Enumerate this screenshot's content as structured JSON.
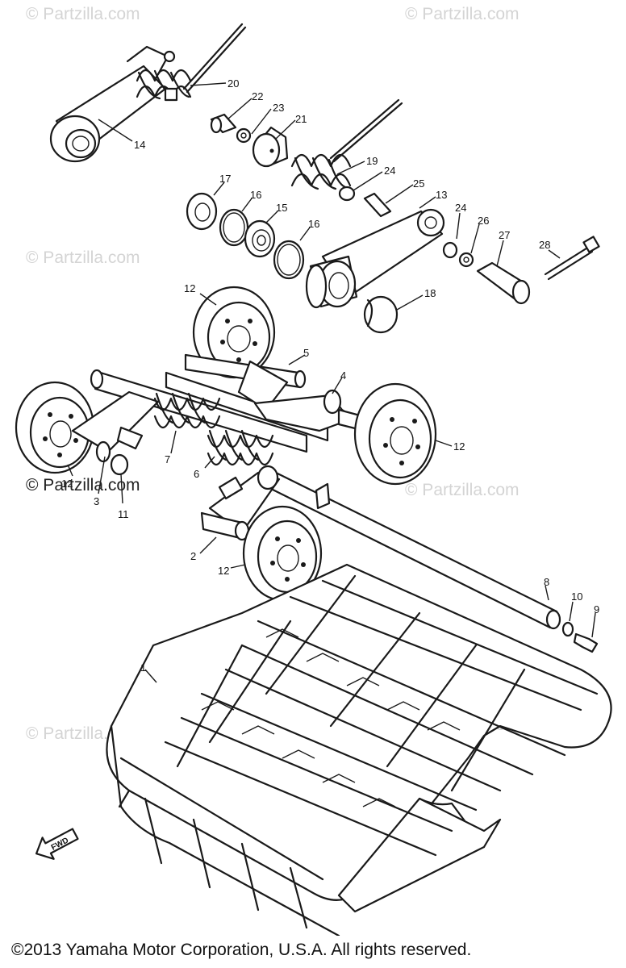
{
  "watermark": {
    "light": "© Partzilla.com",
    "dark": "© Partzilla.com"
  },
  "callouts": [
    "20",
    "22",
    "23",
    "21",
    "14",
    "19",
    "24",
    "25",
    "17",
    "16",
    "15",
    "16",
    "13",
    "24",
    "26",
    "27",
    "28",
    "18",
    "12",
    "5",
    "4",
    "12",
    "7",
    "6",
    "12",
    "3",
    "11",
    "2",
    "12",
    "8",
    "10",
    "9",
    "1"
  ],
  "fwd_label": "FWD",
  "copyright": "©2013 Yamaha Motor Corporation, U.S.A. All rights reserved.",
  "colors": {
    "line": "#1a1a1a",
    "watermark": "#d4d4d4",
    "background": "#ffffff"
  }
}
